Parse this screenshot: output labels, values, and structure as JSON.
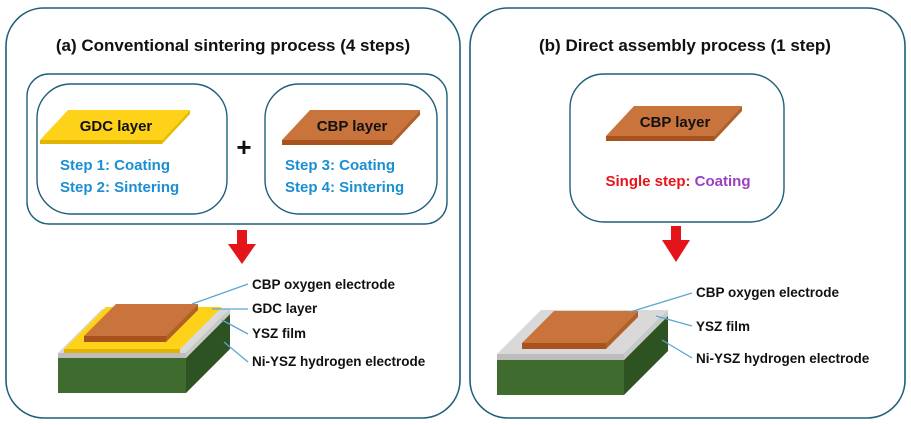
{
  "panel_a": {
    "title": "(a) Conventional sintering process (4 steps)",
    "gdc_box": {
      "layer_label": "GDC layer",
      "step1": "Step 1: Coating",
      "step2": "Step 2: Sintering"
    },
    "plus": "+",
    "cbp_box": {
      "layer_label": "CBP layer",
      "step3": "Step 3: Coating",
      "step4": "Step 4: Sintering"
    },
    "labels": {
      "cbp": "CBP oxygen electrode",
      "gdc": "GDC layer",
      "ysz": "YSZ film",
      "niysz": "Ni-YSZ hydrogen electrode"
    }
  },
  "panel_b": {
    "title": "(b) Direct assembly process (1 step)",
    "cbp_box": {
      "layer_label": "CBP layer",
      "single_prefix": "Single step: ",
      "single_action": "Coating"
    },
    "labels": {
      "cbp": "CBP oxygen electrode",
      "ysz": "YSZ film",
      "niysz": "Ni-YSZ hydrogen electrode"
    }
  },
  "colors": {
    "frame": "#1f5f7a",
    "gdc": "#ffd21a",
    "cbp": "#c8743c",
    "cbp_edge": "#a8521e",
    "ysz": "#d9d9d9",
    "niysz": "#3f6b2f",
    "arrow": "#e3141a",
    "step_text": "#1a8fd1"
  }
}
